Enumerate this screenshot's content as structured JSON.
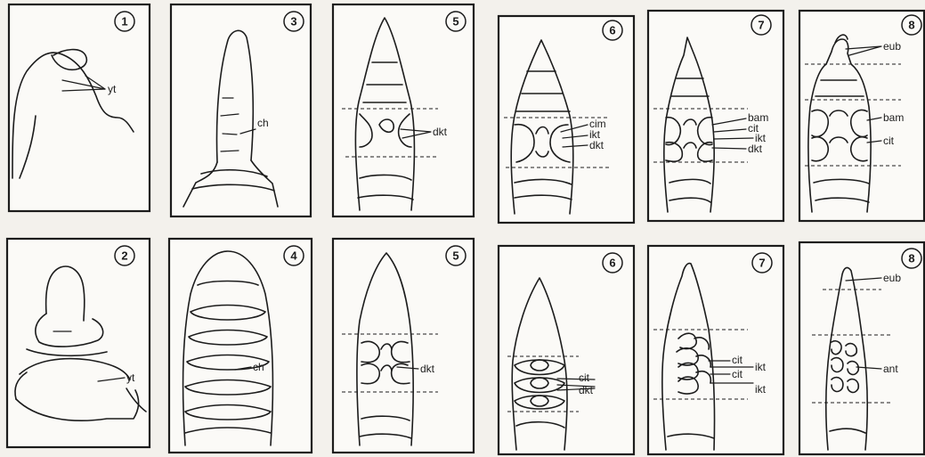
{
  "panels": [
    {
      "id": "p1-top",
      "stage": "1",
      "labels": [
        "yt"
      ]
    },
    {
      "id": "p3-top",
      "stage": "3",
      "labels": [
        "ch"
      ]
    },
    {
      "id": "p5-top",
      "stage": "5",
      "labels": [
        "dkt"
      ]
    },
    {
      "id": "p6-top",
      "stage": "6",
      "labels": [
        "cim",
        "ikt",
        "dkt"
      ]
    },
    {
      "id": "p7-top",
      "stage": "7",
      "labels": [
        "bam",
        "cit",
        "ikt",
        "dkt"
      ]
    },
    {
      "id": "p8-top",
      "stage": "8",
      "labels": [
        "eub",
        "bam",
        "cit"
      ]
    },
    {
      "id": "p2-bot",
      "stage": "2",
      "labels": [
        "yt"
      ]
    },
    {
      "id": "p4-bot",
      "stage": "4",
      "labels": [
        "ch"
      ]
    },
    {
      "id": "p5-bot",
      "stage": "5",
      "labels": [
        "dkt"
      ]
    },
    {
      "id": "p6-bot",
      "stage": "6",
      "labels": [
        "cit",
        "dkt"
      ]
    },
    {
      "id": "p7-bot",
      "stage": "7",
      "labels": [
        "cit",
        "ikt",
        "cit",
        "ikt"
      ]
    },
    {
      "id": "p8-bot",
      "stage": "8",
      "labels": [
        "eub",
        "ant"
      ]
    }
  ]
}
